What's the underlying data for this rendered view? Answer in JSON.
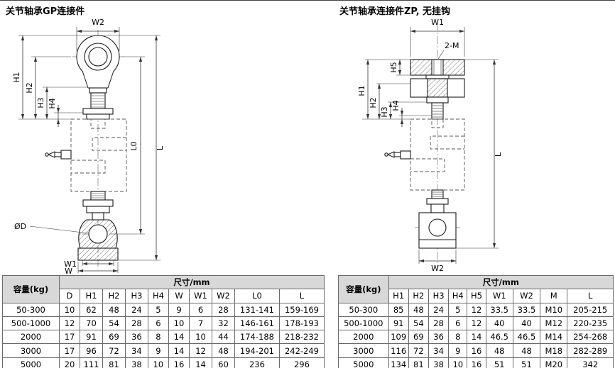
{
  "left": {
    "title": "关节轴承GP连接件",
    "labels": {
      "W2": "W2",
      "H1": "H1",
      "H2": "H2",
      "H3": "H3",
      "H4": "H4",
      "L0": "L0",
      "L": "L",
      "OD": "ØD",
      "W1": "W1",
      "W": "W"
    },
    "table": {
      "capacity_header": "容量(kg)",
      "size_header": "尺寸/mm",
      "columns": [
        "D",
        "H1",
        "H2",
        "H3",
        "H4",
        "W",
        "W1",
        "W2",
        "L0",
        "L"
      ],
      "rows": [
        {
          "capacity": "50-300",
          "v": [
            "10",
            "62",
            "48",
            "24",
            "5",
            "9",
            "6",
            "28",
            "131-141",
            "159-169"
          ]
        },
        {
          "capacity": "500-1000",
          "v": [
            "12",
            "70",
            "54",
            "28",
            "6",
            "10",
            "7",
            "32",
            "146-161",
            "178-193"
          ]
        },
        {
          "capacity": "2000",
          "v": [
            "17",
            "91",
            "69",
            "36",
            "8",
            "14",
            "10",
            "44",
            "174-188",
            "218-232"
          ]
        },
        {
          "capacity": "3000",
          "v": [
            "17",
            "96",
            "72",
            "34",
            "9",
            "14",
            "12",
            "48",
            "194-201",
            "242-249"
          ]
        },
        {
          "capacity": "5000",
          "v": [
            "20",
            "111",
            "81",
            "38",
            "10",
            "16",
            "14",
            "60",
            "236",
            "296"
          ]
        }
      ]
    }
  },
  "right": {
    "title": "关节轴承连接件ZP, 无挂钩",
    "labels": {
      "W1": "W1",
      "M_label": "2-M",
      "H5": "H5",
      "H1": "H1",
      "H2": "H2",
      "H3": "H3",
      "H4": "H4",
      "L": "L",
      "W2": "W2"
    },
    "table": {
      "capacity_header": "容量(kg)",
      "size_header": "尺寸/mm",
      "columns": [
        "H1",
        "H2",
        "H3",
        "H4",
        "H5",
        "W1",
        "W2",
        "M",
        "L"
      ],
      "rows": [
        {
          "capacity": "50-300",
          "v": [
            "85",
            "48",
            "24",
            "5",
            "12",
            "33.5",
            "33.5",
            "M10",
            "205-215"
          ]
        },
        {
          "capacity": "500-1000",
          "v": [
            "91",
            "54",
            "28",
            "6",
            "12",
            "40",
            "40",
            "M12",
            "220-235"
          ]
        },
        {
          "capacity": "2000",
          "v": [
            "109",
            "69",
            "36",
            "8",
            "14",
            "46.5",
            "46.5",
            "M14",
            "254-268"
          ]
        },
        {
          "capacity": "3000",
          "v": [
            "116",
            "72",
            "34",
            "9",
            "16",
            "48",
            "48",
            "M18",
            "282-289"
          ]
        },
        {
          "capacity": "5000",
          "v": [
            "134",
            "81",
            "38",
            "10",
            "16",
            "51",
            "51",
            "M20",
            "342"
          ]
        }
      ]
    }
  }
}
